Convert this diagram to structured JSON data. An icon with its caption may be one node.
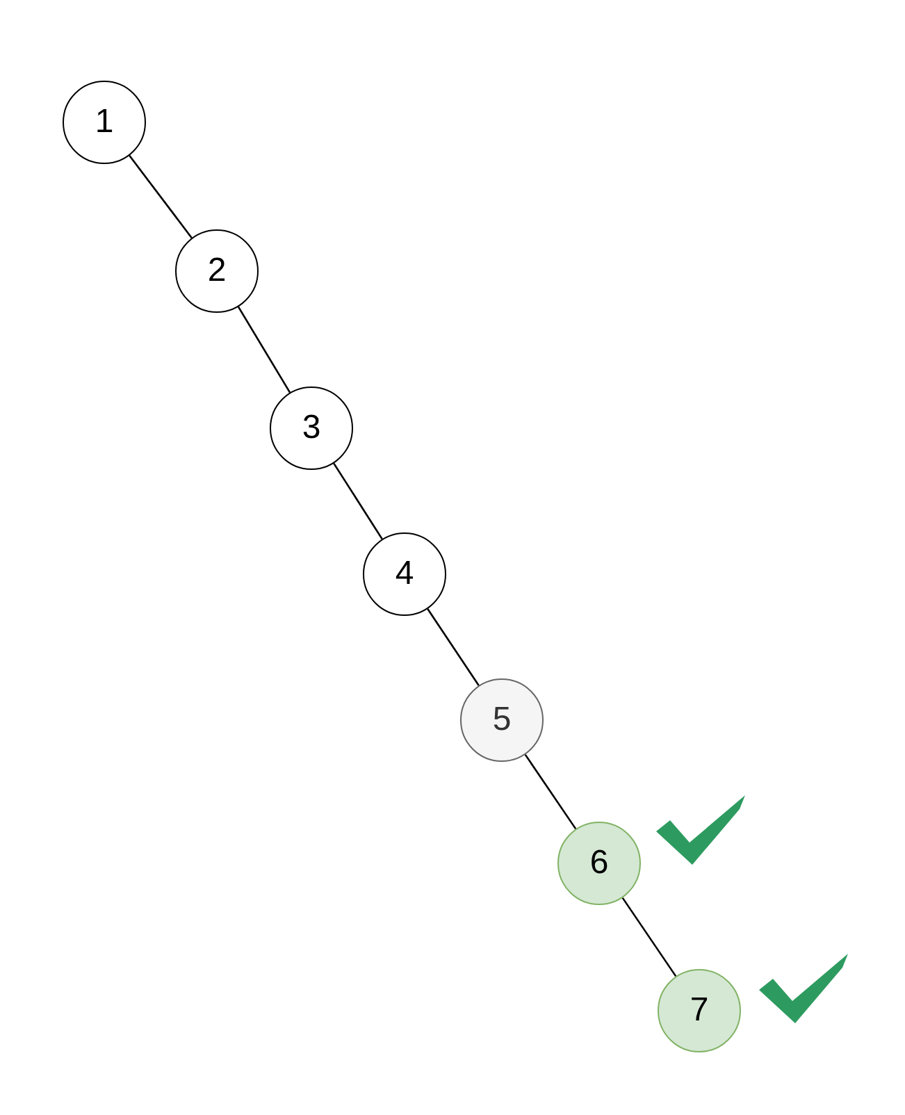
{
  "diagram": {
    "nodes": [
      {
        "text": [
          "1"
        ]
      },
      {
        "text": [
          "2"
        ]
      },
      {
        "text": [
          "3"
        ]
      },
      {
        "text": [
          "4"
        ]
      },
      {
        "text": [
          "5"
        ]
      },
      {
        "text": [
          "6"
        ]
      },
      {
        "text": [
          "7"
        ]
      }
    ],
    "edges": [
      {
        "from": 0,
        "to": 1,
        "arrow": "none"
      },
      {
        "from": 1,
        "to": 2,
        "arrow": "none"
      },
      {
        "from": 2,
        "to": 3,
        "arrow": "none"
      },
      {
        "from": 3,
        "to": 4,
        "arrow": "none"
      },
      {
        "from": 4,
        "to": 5,
        "arrow": "none"
      },
      {
        "from": 5,
        "to": 6,
        "arrow": "none"
      }
    ]
  }
}
